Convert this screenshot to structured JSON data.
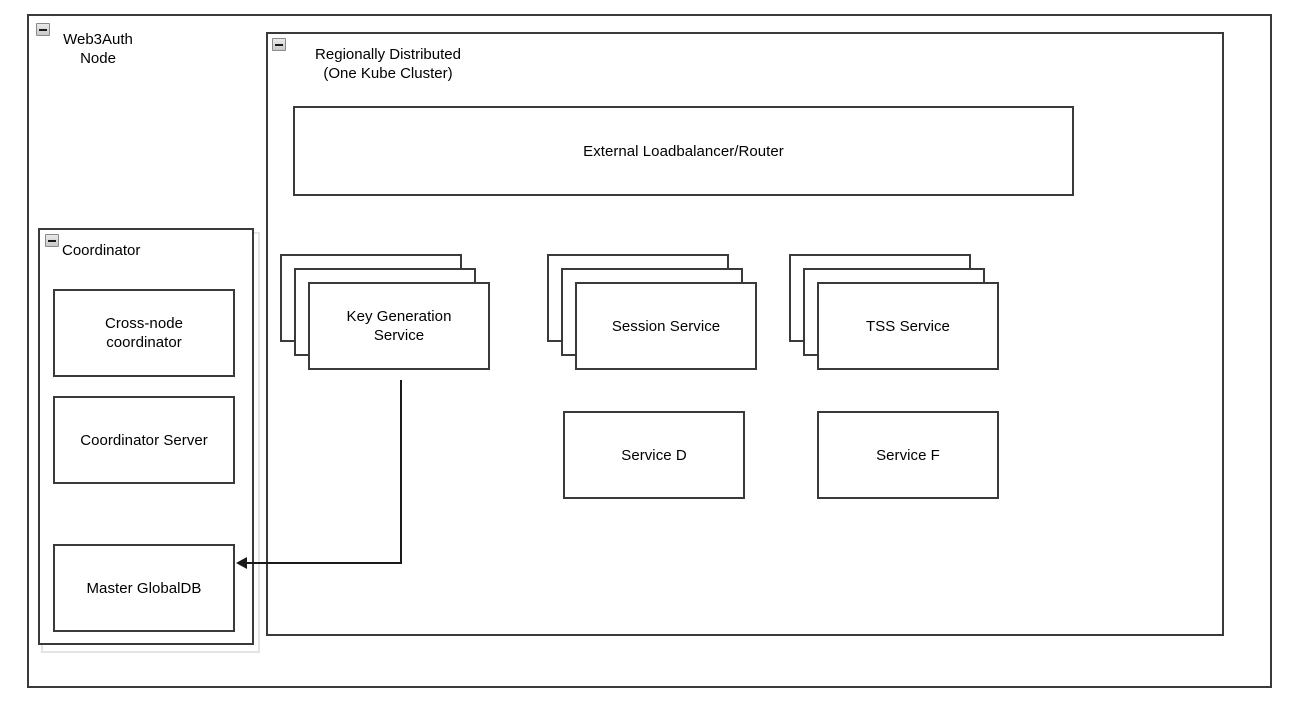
{
  "diagram": {
    "type": "architecture-diagram",
    "background_color": "#ffffff",
    "stroke_color": "#3a3a3a",
    "text_color": "#000000"
  },
  "outer_container": {
    "title": "Web3Auth\nNode",
    "collapse_icon": "minus-collapse-icon"
  },
  "regional_container": {
    "title": "Regionally Distributed\n(One Kube Cluster)",
    "collapse_icon": "minus-collapse-icon"
  },
  "coordinator_container": {
    "title": "Coordinator",
    "collapse_icon": "minus-collapse-icon",
    "children": [
      {
        "label": "Cross-node\ncoordinator"
      },
      {
        "label": "Coordinator Server"
      },
      {
        "label": "Master GlobalDB"
      }
    ]
  },
  "loadbalancer": {
    "label": "External Loadbalancer/Router"
  },
  "stacked_services": [
    {
      "label": "Key Generation\nService",
      "replicas": 3
    },
    {
      "label": "Session Service",
      "replicas": 3
    },
    {
      "label": "TSS Service",
      "replicas": 3
    }
  ],
  "plain_services": [
    {
      "label": "Service D"
    },
    {
      "label": "Service F"
    }
  ],
  "connectors": [
    {
      "from": "Key Generation Service",
      "to": "Master GlobalDB",
      "style": "orthogonal",
      "arrowhead": "left-pointing-arrow"
    }
  ]
}
